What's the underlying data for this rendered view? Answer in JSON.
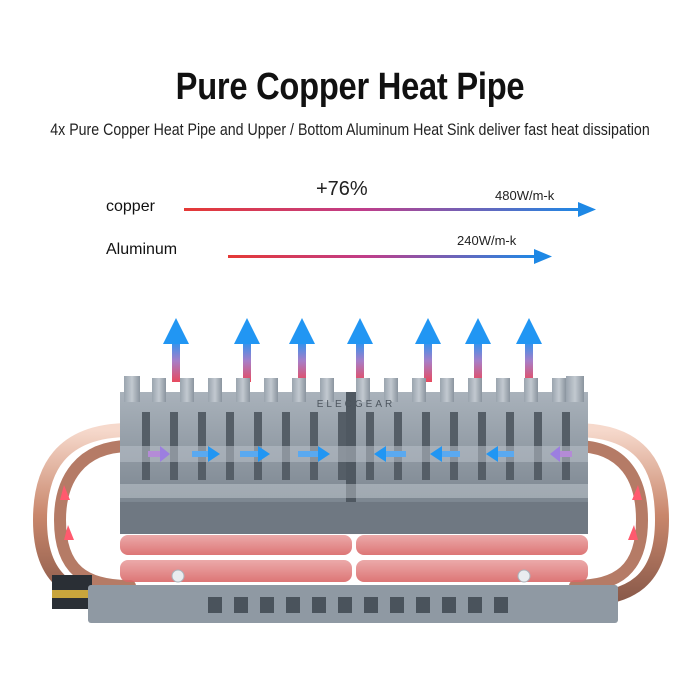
{
  "header": {
    "title": "Pure Copper Heat Pipe",
    "subtitle": "4x Pure Copper Heat Pipe and Upper / Bottom Aluminum Heat Sink deliver fast heat dissipation"
  },
  "comparison": {
    "difference": "+76%",
    "rows": [
      {
        "material": "copper",
        "conductivity": "480W/m-k"
      },
      {
        "material": "Aluminum",
        "conductivity": "240W/m-k"
      }
    ]
  },
  "product": {
    "brand": "ELECGEAR"
  },
  "colors": {
    "hot": "#e0262e",
    "cool": "#1e88e5",
    "aluminum": "#8f99a3",
    "copper": "#c97a5e"
  }
}
